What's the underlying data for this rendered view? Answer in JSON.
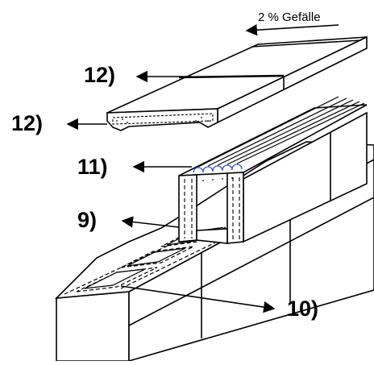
{
  "slope_label": "2 % Gefälle",
  "callouts": {
    "top_cap": "12)",
    "cap_profile": "12)",
    "reinforcement": "11)",
    "u_block": "9)",
    "base_block": "10)"
  },
  "colors": {
    "line": "#000000",
    "rebar": "#3355cc",
    "background": "#ffffff"
  }
}
